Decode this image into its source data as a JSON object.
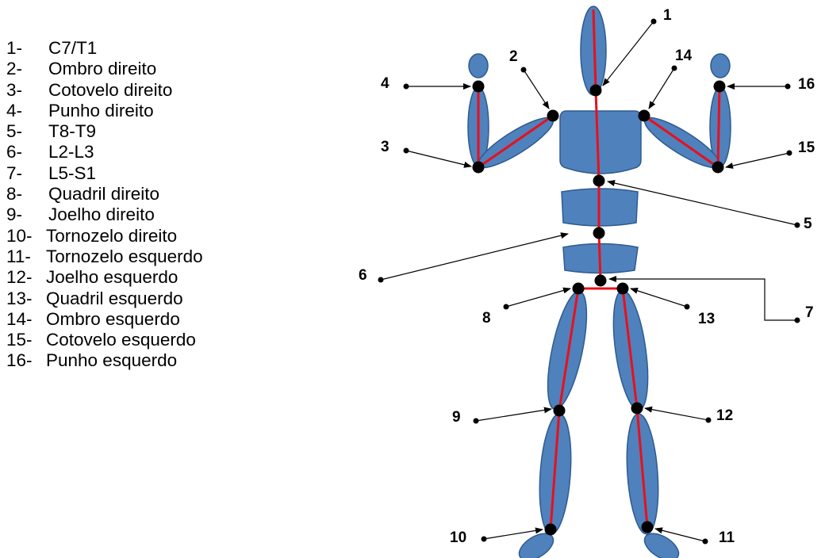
{
  "legend": [
    {
      "num": "1-",
      "label": "C7/T1"
    },
    {
      "num": "2-",
      "label": "Ombro direito"
    },
    {
      "num": "3-",
      "label": "Cotovelo direito"
    },
    {
      "num": "4-",
      "label": "Punho direito"
    },
    {
      "num": "5-",
      "label": "T8-T9"
    },
    {
      "num": "6-",
      "label": "L2-L3"
    },
    {
      "num": "7-",
      "label": "L5-S1"
    },
    {
      "num": "8-",
      "label": "Quadril direito"
    },
    {
      "num": "9-",
      "label": "Joelho direito"
    },
    {
      "num": "10-",
      "label": "Tornozelo direito"
    },
    {
      "num": "11-",
      "label": "Tornozelo esquerdo"
    },
    {
      "num": "12-",
      "label": "Joelho esquerdo"
    },
    {
      "num": "13-",
      "label": "Quadril esquerdo"
    },
    {
      "num": "14-",
      "label": "Ombro esquerdo"
    },
    {
      "num": "15-",
      "label": "Cotovelo esquerdo"
    },
    {
      "num": "16-",
      "label": "Punho esquerdo"
    }
  ],
  "callouts": {
    "c1": "1",
    "c2": "2",
    "c3": "3",
    "c4": "4",
    "c5": "5",
    "c6": "6",
    "c7": "7",
    "c8": "8",
    "c9": "9",
    "c10": "10",
    "c11": "11",
    "c12": "12",
    "c13": "13",
    "c14": "14",
    "c15": "15",
    "c16": "16"
  },
  "colors": {
    "segment_fill": "#4f81bd",
    "segment_stroke": "#2f5b8f",
    "bone_line": "#e8101a",
    "joint": "#000000"
  }
}
